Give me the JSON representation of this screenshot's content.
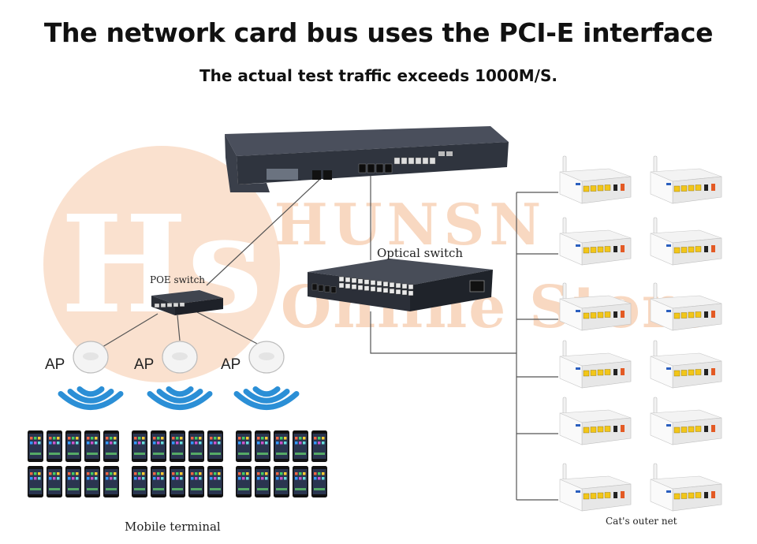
{
  "title": "The network card bus uses the PCI-E interface",
  "subtitle": "The actual test traffic exceeds 1000M/S.",
  "labels": {
    "poe_switch": "POE switch",
    "optical_switch": "Optical switch",
    "mobile_terminal": "Mobile terminal",
    "outer_net": "Cat's outer net",
    "ap": "AP"
  },
  "watermark": {
    "brand": "HUNSN",
    "line2": "Online Store",
    "logo_letters": "Hs"
  },
  "colors": {
    "wifi": "#2b8fd6",
    "watermark": "#f6c9a8",
    "device_dark": "#3a3f4a",
    "line": "#555555",
    "phone_screen": "#2a3550"
  },
  "counts": {
    "access_points": 3,
    "modem_rows": 6,
    "modem_cols": 2
  }
}
